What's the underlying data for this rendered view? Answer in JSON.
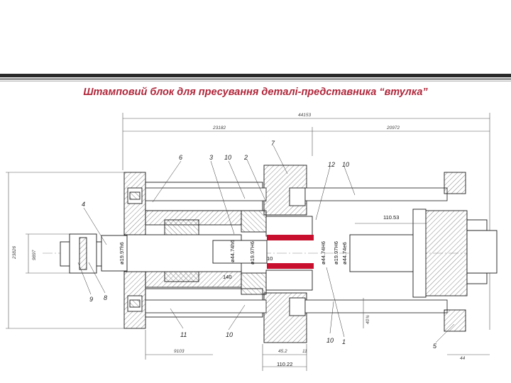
{
  "title": "Штамповий блок для пресування деталі-представника “втулка”",
  "colors": {
    "title": "#b0263a",
    "highlight": "#c8102e",
    "line": "#1a1a1a",
    "dim_line": "#555555"
  },
  "dims": {
    "overall": "44153",
    "left_span": "23182",
    "right_span": "20972",
    "vertical_total": "23826",
    "vertical_inner": "9897",
    "right_top": "110.53",
    "bottom_left": "9103",
    "bottom_mid": "45.2",
    "bottom_small": "11",
    "bottom_total": "110.22",
    "bottom_right": "44",
    "right_small": "40¾",
    "inner_140": "140",
    "inner_10": "10",
    "d1": "ø19.97h6",
    "d2": "ø44.74h6",
    "d3": "ø19.97H6",
    "d4": "ø44.74H6",
    "d5": "ø19.97H6",
    "d6": "ø44.74e6"
  },
  "callouts": [
    "6",
    "3",
    "10",
    "2",
    "7",
    "12",
    "10",
    "4",
    "9",
    "8",
    "11",
    "10",
    "10",
    "1",
    "5"
  ]
}
